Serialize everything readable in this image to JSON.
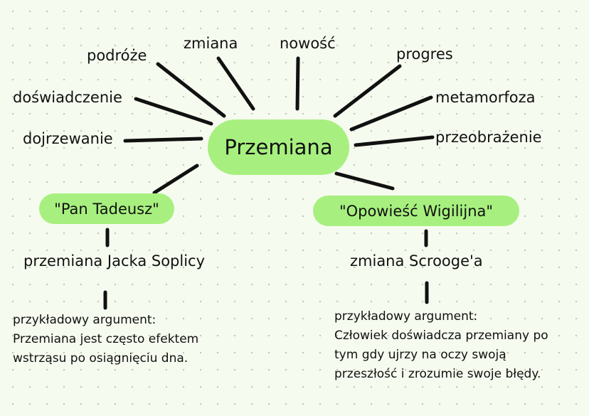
{
  "center": {
    "label": "Przemiana"
  },
  "synonyms": {
    "podroze": "podróże",
    "zmiana": "zmiana",
    "nowosc": "nowość",
    "progres": "progres",
    "doswiadczenie": "doświadczenie",
    "metamorfoza": "metamorfoza",
    "dojrzewanie": "dojrzewanie",
    "przeobrazenie": "przeobrażenie"
  },
  "left_branch": {
    "book": "\"Pan Tadeusz\"",
    "character": "przemiana Jacka Soplicy",
    "argument_heading": "przykładowy argument:",
    "argument_lines": [
      "Przemiana jest często efektem",
      "wstrząsu po osiągnięciu dna."
    ]
  },
  "right_branch": {
    "book": "\"Opowieść Wigilijna\"",
    "character": "zmiana Scrooge'a",
    "argument_heading": "przykładowy argument:",
    "argument_lines": [
      "Człowiek doświadcza przemiany po",
      "tym gdy ujrzy na oczy swoją",
      "przeszłość i zrozumie swoje błędy."
    ]
  },
  "colors": {
    "pill": "#a7f07f",
    "line": "#111111",
    "background": "#f6fbef"
  }
}
